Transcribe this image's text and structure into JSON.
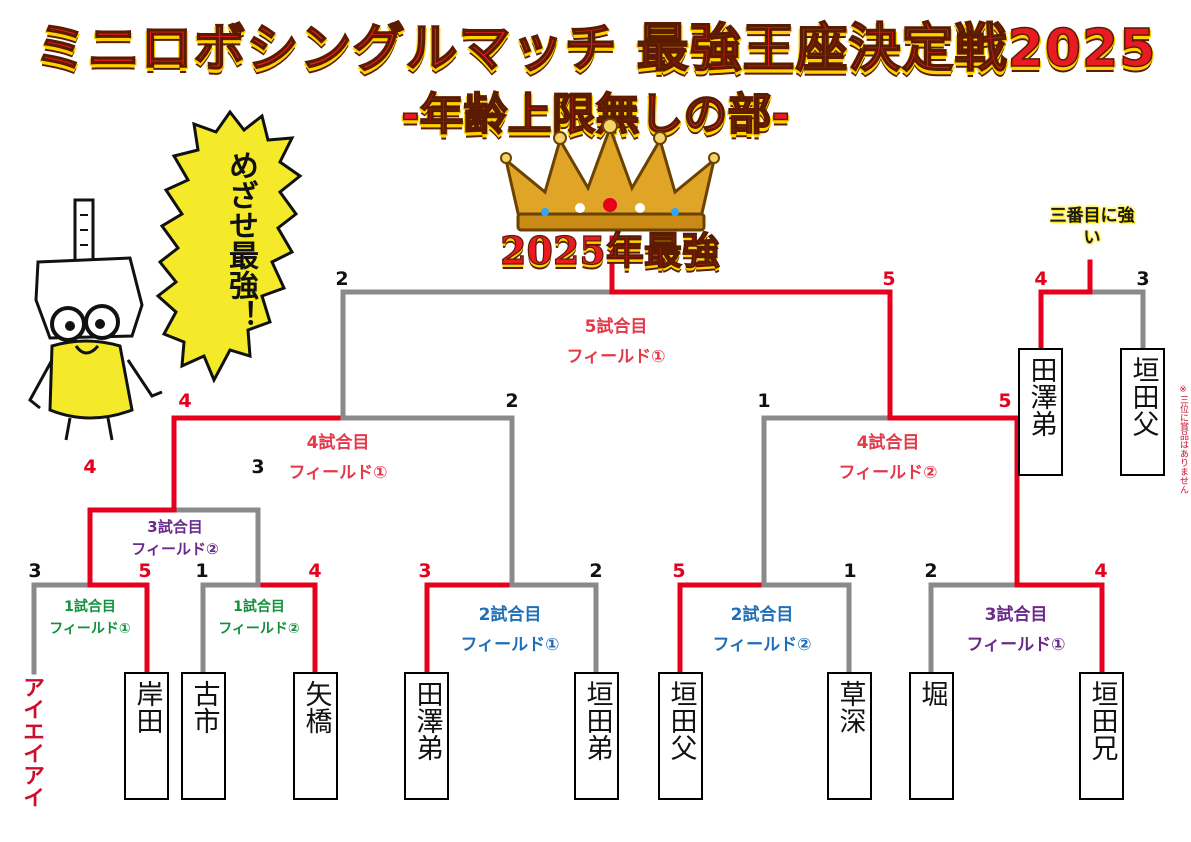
{
  "header": {
    "title": "ミニロボシングルマッチ 最強王座決定戦2025",
    "subtitle": "-年齢上限無しの部-"
  },
  "champion_label": "2025年最強",
  "third_place_label": "三番目に強い",
  "note": "※三位に賞品はありません",
  "side_text": "アイエイアイ",
  "bubble_text": "めざせ最強！",
  "icons": {
    "crown": "crown-icon",
    "mascot": "robot-mascot-icon",
    "bubble": "speech-bubble-icon"
  },
  "colors": {
    "win": "#e5001d",
    "lose": "#8a8a8a",
    "green": "#12913c",
    "purple": "#6a2a8c",
    "blue": "#1f6fb8",
    "red": "#e5394a"
  },
  "players": [
    "岸田",
    "古市",
    "矢橋",
    "田澤弟",
    "垣田弟",
    "垣田父",
    "草深",
    "堀",
    "垣田兄"
  ],
  "third_place_players": [
    "田澤弟",
    "垣田父"
  ],
  "matches": [
    {
      "line1": "1試合目",
      "line2": "フィールド①",
      "score_left": "3",
      "score_right": "5"
    },
    {
      "line1": "1試合目",
      "line2": "フィールド②",
      "score_left": "1",
      "score_right": "4"
    },
    {
      "line1": "3試合目",
      "line2": "フィールド②",
      "score_left": "4",
      "score_right": "3"
    },
    {
      "line1": "4試合目",
      "line2": "フィールド①",
      "score_left": "4",
      "score_right": "2"
    },
    {
      "line1": "2試合目",
      "line2": "フィールド①",
      "score_left": "3",
      "score_right": "2"
    },
    {
      "line1": "2試合目",
      "line2": "フィールド②",
      "score_left": "5",
      "score_right": "1"
    },
    {
      "line1": "3試合目",
      "line2": "フィールド①",
      "score_left": "2",
      "score_right": "4"
    },
    {
      "line1": "4試合目",
      "line2": "フィールド②",
      "score_left": "1",
      "score_right": "5"
    },
    {
      "line1": "5試合目",
      "line2": "フィールド①",
      "score_left": "2",
      "score_right": "5"
    }
  ],
  "third_place_match": {
    "score_left": "4",
    "score_right": "3"
  }
}
